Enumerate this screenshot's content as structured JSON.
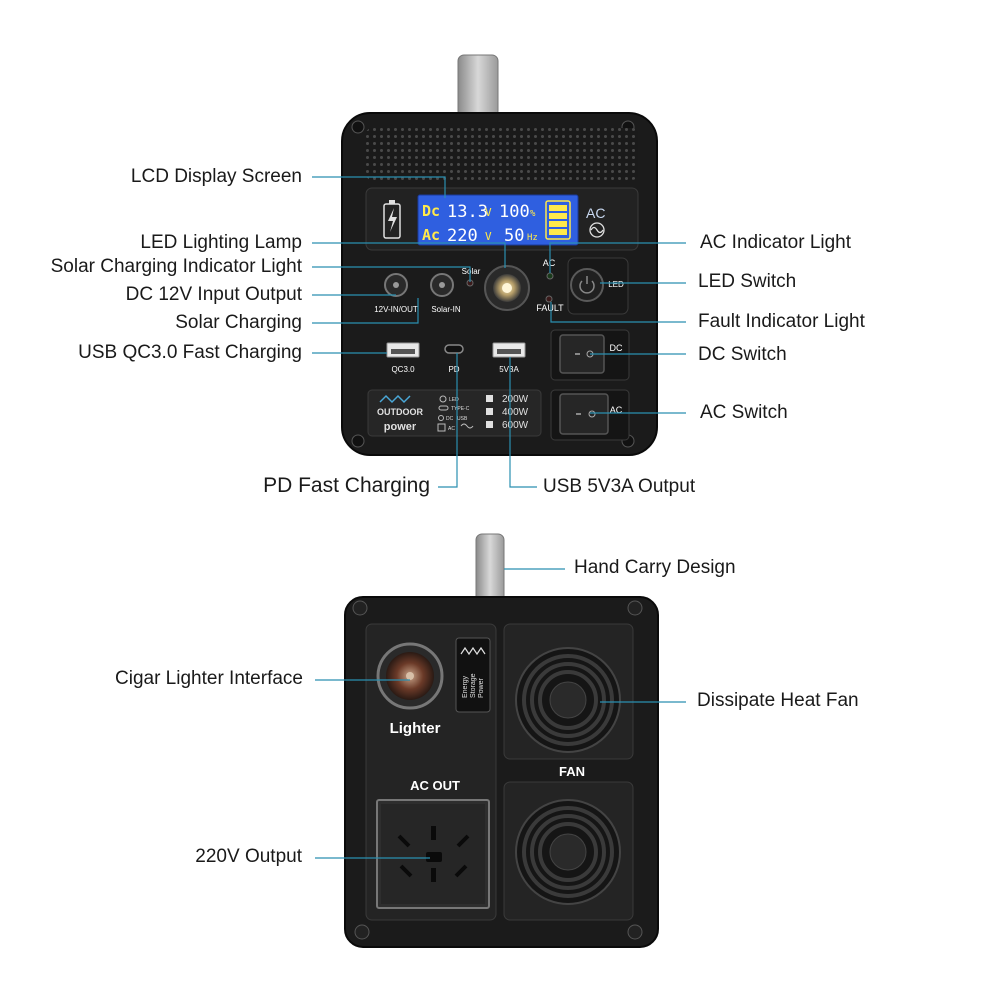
{
  "front_panel": {
    "lcd": {
      "dc_label": "Dc",
      "dc_voltage": "13.3",
      "dc_unit": "V",
      "battery_percent": "100",
      "percent_unit": "%",
      "ac_label": "Ac",
      "ac_voltage": "220",
      "ac_unit": "V",
      "frequency": "50",
      "freq_unit": "Hz",
      "ac_tag": "AC"
    },
    "port_labels": {
      "dc_in_out": "12V-IN/OUT",
      "solar_in": "Solar-IN",
      "solar_led": "Solar",
      "ac_led": "AC",
      "fault_led": "FAULT",
      "led_switch": "LED",
      "qc": "QC3.0",
      "pd": "PD",
      "usb5v": "5V3A",
      "dc_switch": "DC",
      "ac_switch": "AC"
    },
    "spec_plate": {
      "brand_line1": "OUTDOOR",
      "brand_line2": "power",
      "icon_rows": [
        "LED",
        "TYPE-C",
        "USB",
        "DC",
        "AC"
      ],
      "watt_options": [
        "200W",
        "400W",
        "600W"
      ]
    }
  },
  "back_panel": {
    "lighter_label": "Lighter",
    "ac_out_label": "AC OUT",
    "fan_label": "FAN",
    "badge_lines": [
      "Energy",
      "Storage",
      "Power"
    ]
  },
  "callouts": {
    "lcd_display": "LCD Display Screen",
    "led_lamp": "LED Lighting Lamp",
    "solar_indicator": "Solar Charging Indicator Light",
    "dc12v": "DC 12V Input Output",
    "solar_charging": "Solar Charging",
    "usb_qc": "USB QC3.0 Fast Charging",
    "ac_indicator": "AC Indicator Light",
    "led_switch": "LED Switch",
    "fault_indicator": "Fault Indicator Light",
    "dc_switch": "DC Switch",
    "ac_switch": "AC Switch",
    "pd_fast": "PD Fast Charging",
    "usb5v3a": "USB 5V3A Output",
    "hand_carry": "Hand Carry Design",
    "cigar": "Cigar Lighter Interface",
    "fan": "Dissipate Heat Fan",
    "output220": "220V Output"
  },
  "colors": {
    "leader_line": "#2a8fb0",
    "device_body": "#1b1b1b",
    "lcd_background": "#2f5fe0",
    "lcd_text": "#ffe94a"
  }
}
